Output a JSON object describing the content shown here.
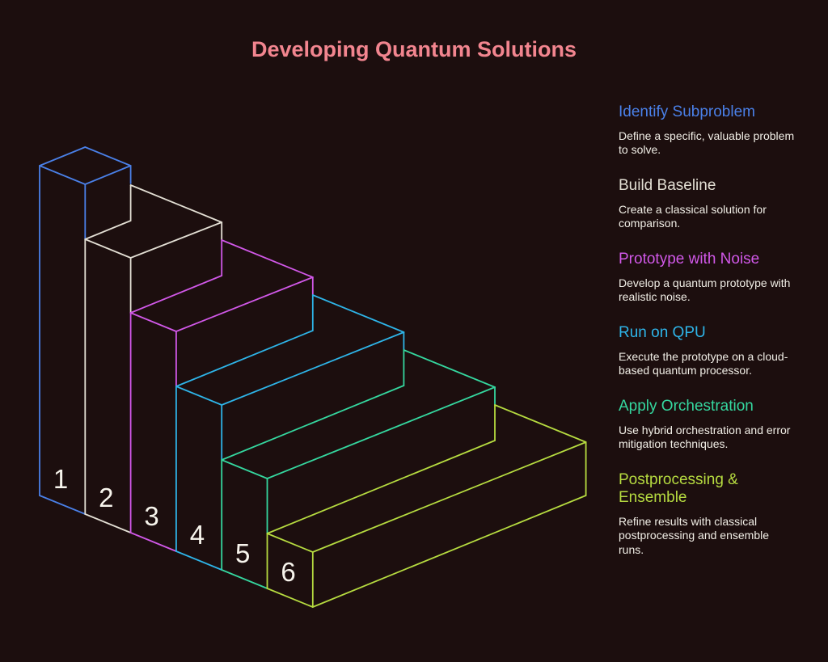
{
  "title": "Developing Quantum Solutions",
  "title_color": "#f2858f",
  "background_color": "#1c0e0e",
  "body_text_color": "#f1eee6",
  "chart_data": {
    "type": "staircase-3d",
    "description_layout": "six isometric wireframe steps descending left to right, numbered labels on front faces, legend of titles and descriptions on the right",
    "steps": [
      {
        "number": "1",
        "label": "Identify Subproblem",
        "color": "#4a80e8",
        "description": "Define a specific, valuable problem to solve."
      },
      {
        "number": "2",
        "label": "Build Baseline",
        "color": "#e3dfd4",
        "description": "Create a classical solution for comparison."
      },
      {
        "number": "3",
        "label": "Prototype with Noise",
        "color": "#d158e8",
        "description": "Develop a quantum prototype with realistic noise."
      },
      {
        "number": "4",
        "label": "Run on QPU",
        "color": "#2eb4e8",
        "description": "Execute the prototype on a cloud-based quantum processor."
      },
      {
        "number": "5",
        "label": "Apply Orchestration",
        "color": "#35d79f",
        "description": "Use hybrid orchestration and error mitigation techniques."
      },
      {
        "number": "6",
        "label": "Postprocessing & Ensemble",
        "color": "#b6db40",
        "description": "Refine results with classical postprocessing and ensemble runs."
      }
    ]
  }
}
